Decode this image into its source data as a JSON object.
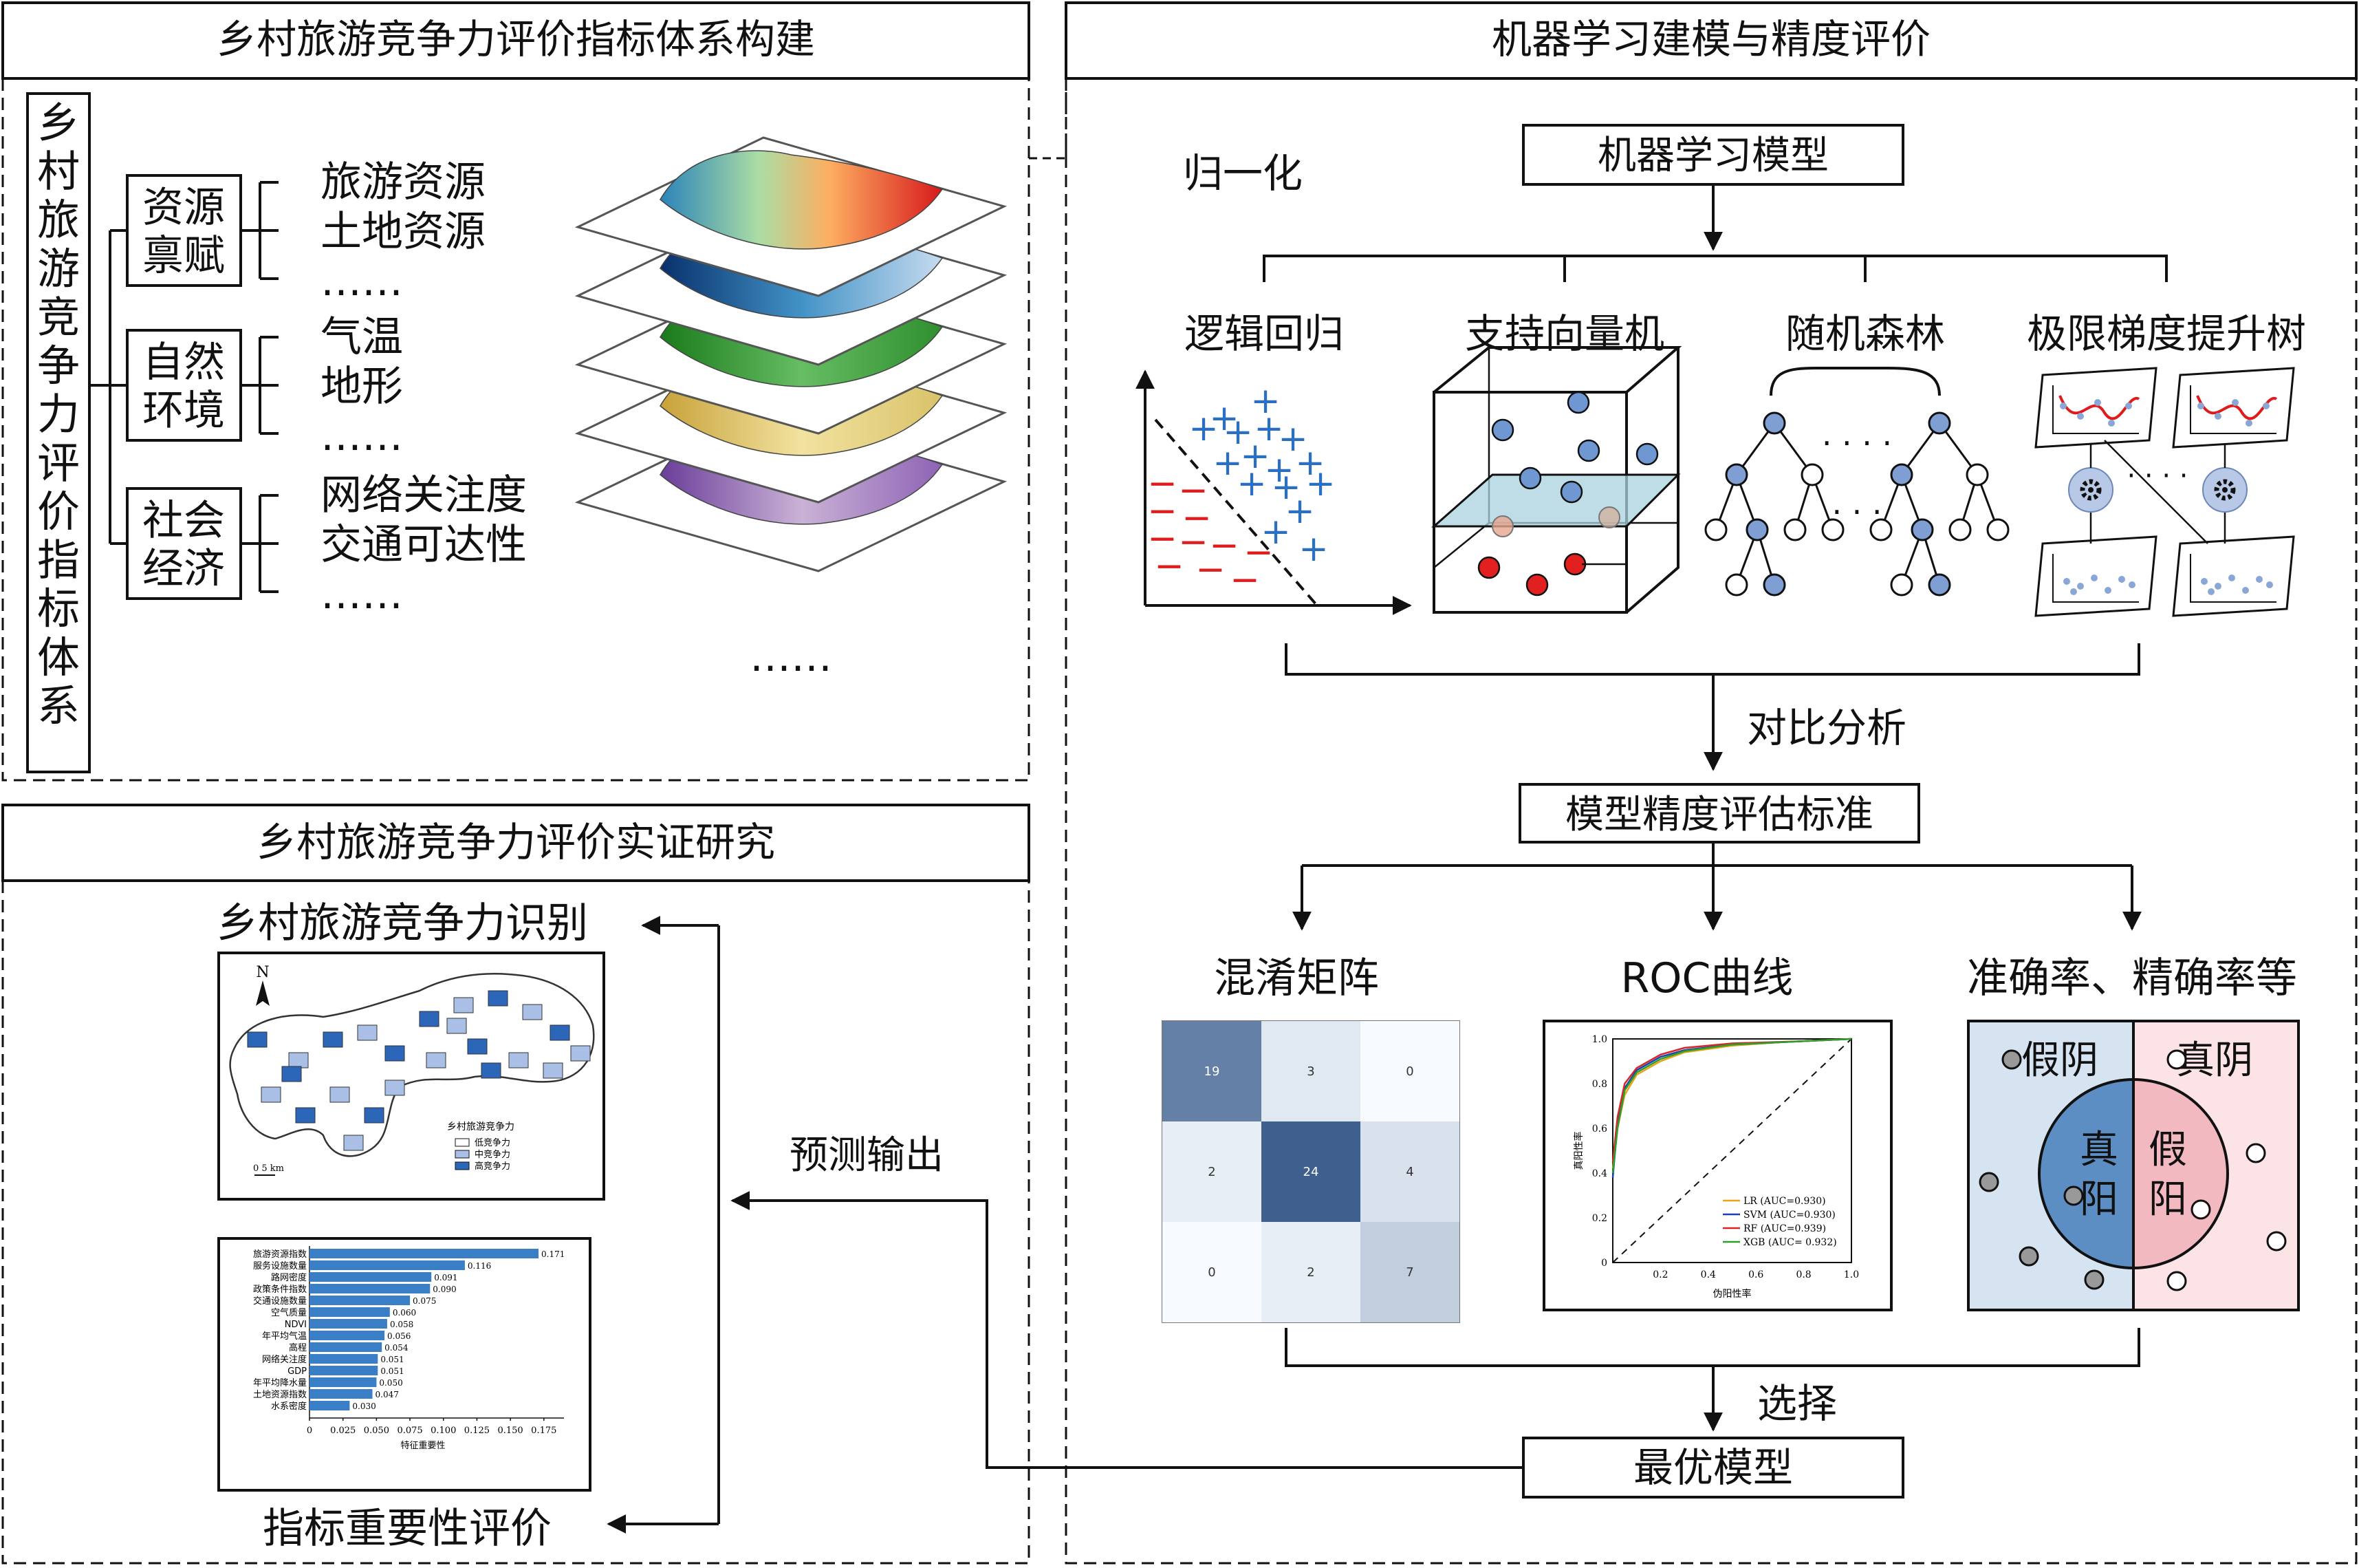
{
  "panels": {
    "index_system": {
      "title": "乡村旅游竞争力评价指标体系构建",
      "root_vertical": "乡村旅游竞争力评价指标体系",
      "categories": [
        {
          "label_line1": "资源",
          "label_line2": "禀赋",
          "items": [
            "旅游资源",
            "土地资源",
            "……"
          ]
        },
        {
          "label_line1": "自然",
          "label_line2": "环境",
          "items": [
            "气温",
            "地形",
            "……"
          ]
        },
        {
          "label_line1": "社会",
          "label_line2": "经济",
          "items": [
            "网络关注度",
            "交通可达性",
            "……"
          ]
        }
      ],
      "more": "……"
    },
    "ml_modeling": {
      "title": "机器学习建模与精度评价",
      "normalize": "归一化",
      "ml_model_box": "机器学习模型",
      "models": [
        "逻辑回归",
        "支持向量机",
        "随机森林",
        "极限梯度提升树"
      ],
      "compare": "对比分析",
      "criteria_box": "模型精度评估标准",
      "criteria": [
        "混淆矩阵",
        "ROC曲线",
        "准确率、精确率等"
      ],
      "select": "选择",
      "best_model_box": "最优模型"
    },
    "empirical": {
      "title": "乡村旅游竞争力评价实证研究",
      "identify_title": "乡村旅游竞争力识别",
      "predict_output": "预测输出",
      "importance_title": "指标重要性评价"
    }
  },
  "confusion_matrix": {
    "values": [
      [
        19,
        3,
        0
      ],
      [
        2,
        24,
        4
      ],
      [
        0,
        2,
        7
      ]
    ]
  },
  "roc": {
    "ylabel": "真阳性率",
    "xlabel": "伪阳性率",
    "x_ticks": [
      "0.2",
      "0.4",
      "0.6",
      "0.8",
      "1.0"
    ],
    "y_ticks": [
      "0",
      "0.2",
      "0.4",
      "0.6",
      "0.8",
      "1.0"
    ],
    "legend": [
      {
        "label": "LR (AUC=0.930)",
        "color": "#e8a317"
      },
      {
        "label": "SVM (AUC=0.930)",
        "color": "#1f3fb4"
      },
      {
        "label": "RF (AUC=0.939)",
        "color": "#d62728"
      },
      {
        "label": "XGB (AUC= 0.932)",
        "color": "#2ca02c"
      }
    ]
  },
  "accuracy_diagram": {
    "false_negative": "假阴",
    "true_negative": "真阴",
    "true_positive_1": "真",
    "true_positive_2": "阳",
    "false_positive_1": "假",
    "false_positive_2": "阳"
  },
  "map": {
    "north": "N",
    "legend_title": "乡村旅游竞争力",
    "legend_items": [
      "低竞争力",
      "中竞争力",
      "高竞争力"
    ],
    "scale": "0   5 km"
  },
  "chart_data": {
    "type": "bar",
    "orientation": "horizontal",
    "categories": [
      "旅游资源指数",
      "服务设施数量",
      "路网密度",
      "政策条件指数",
      "交通设施数量",
      "空气质量",
      "NDVI",
      "年平均气温",
      "高程",
      "网络关注度",
      "GDP",
      "年平均降水量",
      "土地资源指数",
      "水系密度"
    ],
    "values": [
      0.171,
      0.116,
      0.091,
      0.09,
      0.075,
      0.06,
      0.058,
      0.056,
      0.054,
      0.051,
      0.051,
      0.05,
      0.047,
      0.03
    ],
    "value_labels": [
      "0.171",
      "0.116",
      "0.091",
      "0.090",
      "0.075",
      "0.060",
      "0.058",
      "0.056",
      "0.054",
      "0.051",
      "0.051",
      "0.050",
      "0.047",
      "0.030"
    ],
    "x_ticks": [
      "0",
      "0.025",
      "0.050",
      "0.075",
      "0.100",
      "0.125",
      "0.150",
      "0.175"
    ],
    "xlim": [
      0,
      0.19
    ],
    "xlabel": "特征重要性",
    "bar_color": "#3a7ec6"
  }
}
